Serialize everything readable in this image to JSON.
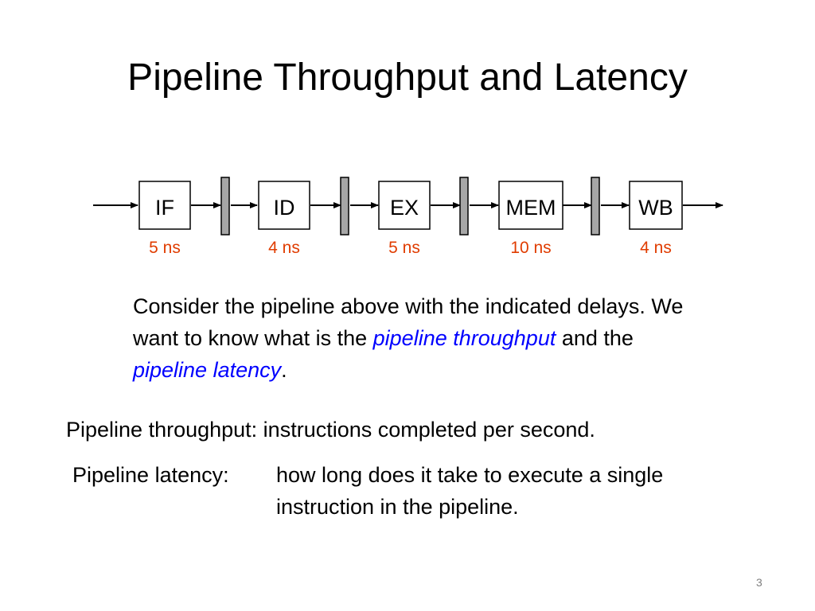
{
  "title": "Pipeline Throughput and Latency",
  "diagram": {
    "stages": [
      {
        "name": "IF",
        "delay": "5 ns"
      },
      {
        "name": "ID",
        "delay": "4 ns"
      },
      {
        "name": "EX",
        "delay": "5 ns"
      },
      {
        "name": "MEM",
        "delay": "10 ns"
      },
      {
        "name": "WB",
        "delay": "4 ns"
      }
    ],
    "colors": {
      "delay_text": "#e03c00",
      "register_fill": "#a6a6a6",
      "highlight": "#0000ff"
    }
  },
  "intro": {
    "part1": "Consider the pipeline above with the indicated delays. We want to know what is the ",
    "highlight1": "pipeline throughput",
    "part2": " and the ",
    "highlight2": "pipeline latency",
    "part3": "."
  },
  "throughput_line": "Pipeline throughput: instructions completed per second.",
  "latency_label": "Pipeline latency:",
  "latency_desc": "how long does it take to execute a single instruction in the pipeline.",
  "page_number": "3"
}
